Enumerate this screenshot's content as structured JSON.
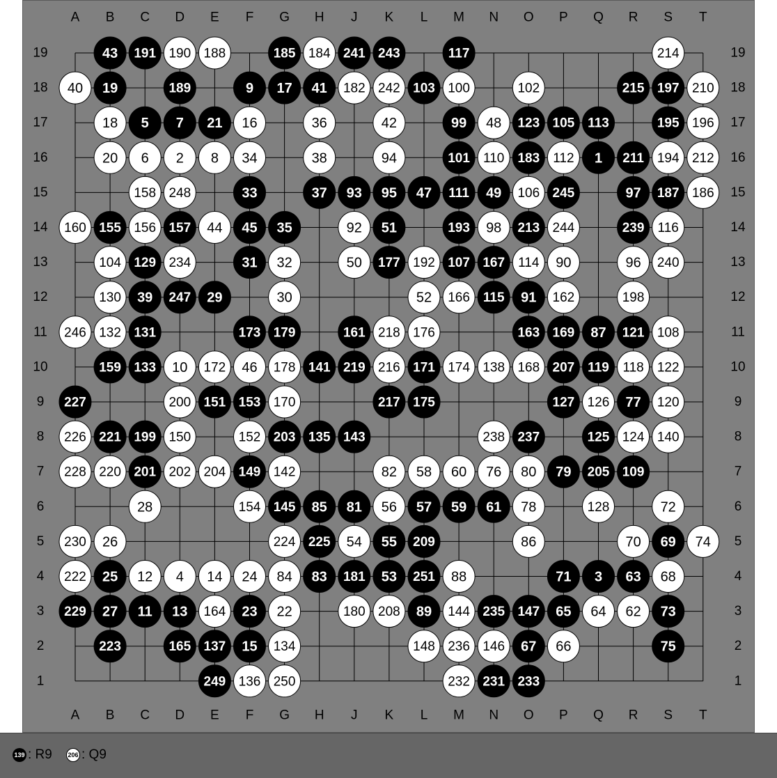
{
  "colors": {
    "board": "#808080",
    "footer": "#666666",
    "black_stone": "#000000",
    "white_stone": "#ffffff",
    "line": "#000000"
  },
  "columns": [
    "A",
    "B",
    "C",
    "D",
    "E",
    "F",
    "G",
    "H",
    "J",
    "K",
    "L",
    "M",
    "N",
    "O",
    "P",
    "Q",
    "R",
    "S",
    "T"
  ],
  "rows": [
    "19",
    "18",
    "17",
    "16",
    "15",
    "14",
    "13",
    "12",
    "11",
    "10",
    "9",
    "8",
    "7",
    "6",
    "5",
    "4",
    "3",
    "2",
    "1"
  ],
  "star_points": [
    "D16",
    "K16",
    "Q16",
    "D10",
    "K10",
    "Q10",
    "D4",
    "K4",
    "Q4"
  ],
  "stones": [
    {
      "pt": "B19",
      "c": "b",
      "n": "43"
    },
    {
      "pt": "C19",
      "c": "b",
      "n": "191"
    },
    {
      "pt": "D19",
      "c": "w",
      "n": "190"
    },
    {
      "pt": "E19",
      "c": "w",
      "n": "188"
    },
    {
      "pt": "G19",
      "c": "b",
      "n": "185"
    },
    {
      "pt": "H19",
      "c": "w",
      "n": "184"
    },
    {
      "pt": "J19",
      "c": "b",
      "n": "241"
    },
    {
      "pt": "K19",
      "c": "b",
      "n": "243"
    },
    {
      "pt": "M19",
      "c": "b",
      "n": "117"
    },
    {
      "pt": "S19",
      "c": "w",
      "n": "214"
    },
    {
      "pt": "A18",
      "c": "w",
      "n": "40"
    },
    {
      "pt": "B18",
      "c": "b",
      "n": "19"
    },
    {
      "pt": "D18",
      "c": "b",
      "n": "189"
    },
    {
      "pt": "F18",
      "c": "b",
      "n": "9"
    },
    {
      "pt": "G18",
      "c": "b",
      "n": "17"
    },
    {
      "pt": "H18",
      "c": "b",
      "n": "41"
    },
    {
      "pt": "J18",
      "c": "w",
      "n": "182"
    },
    {
      "pt": "K18",
      "c": "w",
      "n": "242"
    },
    {
      "pt": "L18",
      "c": "b",
      "n": "103"
    },
    {
      "pt": "M18",
      "c": "w",
      "n": "100"
    },
    {
      "pt": "O18",
      "c": "w",
      "n": "102"
    },
    {
      "pt": "R18",
      "c": "b",
      "n": "215"
    },
    {
      "pt": "S18",
      "c": "b",
      "n": "197"
    },
    {
      "pt": "T18",
      "c": "w",
      "n": "210"
    },
    {
      "pt": "B17",
      "c": "w",
      "n": "18"
    },
    {
      "pt": "C17",
      "c": "b",
      "n": "5"
    },
    {
      "pt": "D17",
      "c": "b",
      "n": "7"
    },
    {
      "pt": "E17",
      "c": "b",
      "n": "21"
    },
    {
      "pt": "F17",
      "c": "w",
      "n": "16"
    },
    {
      "pt": "H17",
      "c": "w",
      "n": "36"
    },
    {
      "pt": "K17",
      "c": "w",
      "n": "42"
    },
    {
      "pt": "M17",
      "c": "b",
      "n": "99"
    },
    {
      "pt": "N17",
      "c": "w",
      "n": "48"
    },
    {
      "pt": "O17",
      "c": "b",
      "n": "123"
    },
    {
      "pt": "P17",
      "c": "b",
      "n": "105"
    },
    {
      "pt": "Q17",
      "c": "b",
      "n": "113"
    },
    {
      "pt": "S17",
      "c": "b",
      "n": "195"
    },
    {
      "pt": "T17",
      "c": "w",
      "n": "196"
    },
    {
      "pt": "B16",
      "c": "w",
      "n": "20"
    },
    {
      "pt": "C16",
      "c": "w",
      "n": "6"
    },
    {
      "pt": "D16",
      "c": "w",
      "n": "2"
    },
    {
      "pt": "E16",
      "c": "w",
      "n": "8"
    },
    {
      "pt": "F16",
      "c": "w",
      "n": "34"
    },
    {
      "pt": "H16",
      "c": "w",
      "n": "38"
    },
    {
      "pt": "K16",
      "c": "w",
      "n": "94"
    },
    {
      "pt": "M16",
      "c": "b",
      "n": "101"
    },
    {
      "pt": "N16",
      "c": "w",
      "n": "110"
    },
    {
      "pt": "O16",
      "c": "b",
      "n": "183"
    },
    {
      "pt": "P16",
      "c": "w",
      "n": "112"
    },
    {
      "pt": "Q16",
      "c": "b",
      "n": "1"
    },
    {
      "pt": "R16",
      "c": "b",
      "n": "211"
    },
    {
      "pt": "S16",
      "c": "w",
      "n": "194"
    },
    {
      "pt": "T16",
      "c": "w",
      "n": "212"
    },
    {
      "pt": "C15",
      "c": "w",
      "n": "158"
    },
    {
      "pt": "D15",
      "c": "w",
      "n": "248"
    },
    {
      "pt": "F15",
      "c": "b",
      "n": "33"
    },
    {
      "pt": "H15",
      "c": "b",
      "n": "37"
    },
    {
      "pt": "J15",
      "c": "b",
      "n": "93"
    },
    {
      "pt": "K15",
      "c": "b",
      "n": "95"
    },
    {
      "pt": "L15",
      "c": "b",
      "n": "47"
    },
    {
      "pt": "M15",
      "c": "b",
      "n": "111"
    },
    {
      "pt": "N15",
      "c": "b",
      "n": "49"
    },
    {
      "pt": "O15",
      "c": "w",
      "n": "106"
    },
    {
      "pt": "P15",
      "c": "b",
      "n": "245"
    },
    {
      "pt": "R15",
      "c": "b",
      "n": "97"
    },
    {
      "pt": "S15",
      "c": "b",
      "n": "187"
    },
    {
      "pt": "T15",
      "c": "w",
      "n": "186"
    },
    {
      "pt": "A14",
      "c": "w",
      "n": "160"
    },
    {
      "pt": "B14",
      "c": "b",
      "n": "155"
    },
    {
      "pt": "C14",
      "c": "w",
      "n": "156"
    },
    {
      "pt": "D14",
      "c": "b",
      "n": "157"
    },
    {
      "pt": "E14",
      "c": "w",
      "n": "44"
    },
    {
      "pt": "F14",
      "c": "b",
      "n": "45"
    },
    {
      "pt": "G14",
      "c": "b",
      "n": "35"
    },
    {
      "pt": "J14",
      "c": "w",
      "n": "92"
    },
    {
      "pt": "K14",
      "c": "b",
      "n": "51"
    },
    {
      "pt": "M14",
      "c": "b",
      "n": "193"
    },
    {
      "pt": "N14",
      "c": "w",
      "n": "98"
    },
    {
      "pt": "O14",
      "c": "b",
      "n": "213"
    },
    {
      "pt": "P14",
      "c": "w",
      "n": "244"
    },
    {
      "pt": "R14",
      "c": "b",
      "n": "239"
    },
    {
      "pt": "S14",
      "c": "w",
      "n": "116"
    },
    {
      "pt": "B13",
      "c": "w",
      "n": "104"
    },
    {
      "pt": "C13",
      "c": "b",
      "n": "129"
    },
    {
      "pt": "D13",
      "c": "w",
      "n": "234"
    },
    {
      "pt": "F13",
      "c": "b",
      "n": "31"
    },
    {
      "pt": "G13",
      "c": "w",
      "n": "32"
    },
    {
      "pt": "J13",
      "c": "w",
      "n": "50"
    },
    {
      "pt": "K13",
      "c": "b",
      "n": "177"
    },
    {
      "pt": "L13",
      "c": "w",
      "n": "192"
    },
    {
      "pt": "M13",
      "c": "b",
      "n": "107"
    },
    {
      "pt": "N13",
      "c": "b",
      "n": "167"
    },
    {
      "pt": "O13",
      "c": "w",
      "n": "114"
    },
    {
      "pt": "P13",
      "c": "w",
      "n": "90"
    },
    {
      "pt": "R13",
      "c": "w",
      "n": "96"
    },
    {
      "pt": "S13",
      "c": "w",
      "n": "240"
    },
    {
      "pt": "B12",
      "c": "w",
      "n": "130"
    },
    {
      "pt": "C12",
      "c": "b",
      "n": "39"
    },
    {
      "pt": "D12",
      "c": "b",
      "n": "247"
    },
    {
      "pt": "E12",
      "c": "b",
      "n": "29"
    },
    {
      "pt": "G12",
      "c": "w",
      "n": "30"
    },
    {
      "pt": "L12",
      "c": "w",
      "n": "52"
    },
    {
      "pt": "M12",
      "c": "w",
      "n": "166"
    },
    {
      "pt": "N12",
      "c": "b",
      "n": "115"
    },
    {
      "pt": "O12",
      "c": "b",
      "n": "91"
    },
    {
      "pt": "P12",
      "c": "w",
      "n": "162"
    },
    {
      "pt": "R12",
      "c": "w",
      "n": "198"
    },
    {
      "pt": "A11",
      "c": "w",
      "n": "246"
    },
    {
      "pt": "B11",
      "c": "w",
      "n": "132"
    },
    {
      "pt": "C11",
      "c": "b",
      "n": "131"
    },
    {
      "pt": "F11",
      "c": "b",
      "n": "173"
    },
    {
      "pt": "G11",
      "c": "b",
      "n": "179"
    },
    {
      "pt": "J11",
      "c": "b",
      "n": "161"
    },
    {
      "pt": "K11",
      "c": "w",
      "n": "218"
    },
    {
      "pt": "L11",
      "c": "w",
      "n": "176"
    },
    {
      "pt": "O11",
      "c": "b",
      "n": "163"
    },
    {
      "pt": "P11",
      "c": "b",
      "n": "169"
    },
    {
      "pt": "Q11",
      "c": "b",
      "n": "87"
    },
    {
      "pt": "R11",
      "c": "b",
      "n": "121"
    },
    {
      "pt": "S11",
      "c": "w",
      "n": "108"
    },
    {
      "pt": "B10",
      "c": "b",
      "n": "159"
    },
    {
      "pt": "C10",
      "c": "b",
      "n": "133"
    },
    {
      "pt": "D10",
      "c": "w",
      "n": "10"
    },
    {
      "pt": "E10",
      "c": "w",
      "n": "172"
    },
    {
      "pt": "F10",
      "c": "w",
      "n": "46"
    },
    {
      "pt": "G10",
      "c": "w",
      "n": "178"
    },
    {
      "pt": "H10",
      "c": "b",
      "n": "141"
    },
    {
      "pt": "J10",
      "c": "b",
      "n": "219"
    },
    {
      "pt": "K10",
      "c": "w",
      "n": "216"
    },
    {
      "pt": "L10",
      "c": "b",
      "n": "171"
    },
    {
      "pt": "M10",
      "c": "w",
      "n": "174"
    },
    {
      "pt": "N10",
      "c": "w",
      "n": "138"
    },
    {
      "pt": "O10",
      "c": "w",
      "n": "168"
    },
    {
      "pt": "P10",
      "c": "b",
      "n": "207"
    },
    {
      "pt": "Q10",
      "c": "b",
      "n": "119"
    },
    {
      "pt": "R10",
      "c": "w",
      "n": "118"
    },
    {
      "pt": "S10",
      "c": "w",
      "n": "122"
    },
    {
      "pt": "A9",
      "c": "b",
      "n": "227"
    },
    {
      "pt": "D9",
      "c": "w",
      "n": "200"
    },
    {
      "pt": "E9",
      "c": "b",
      "n": "151"
    },
    {
      "pt": "F9",
      "c": "b",
      "n": "153"
    },
    {
      "pt": "G9",
      "c": "w",
      "n": "170"
    },
    {
      "pt": "K9",
      "c": "b",
      "n": "217"
    },
    {
      "pt": "L9",
      "c": "b",
      "n": "175"
    },
    {
      "pt": "P9",
      "c": "b",
      "n": "127"
    },
    {
      "pt": "Q9",
      "c": "w",
      "n": "126"
    },
    {
      "pt": "R9",
      "c": "b",
      "n": "77"
    },
    {
      "pt": "S9",
      "c": "w",
      "n": "120"
    },
    {
      "pt": "A8",
      "c": "w",
      "n": "226"
    },
    {
      "pt": "B8",
      "c": "b",
      "n": "221"
    },
    {
      "pt": "C8",
      "c": "b",
      "n": "199"
    },
    {
      "pt": "D8",
      "c": "w",
      "n": "150"
    },
    {
      "pt": "F8",
      "c": "w",
      "n": "152"
    },
    {
      "pt": "G8",
      "c": "b",
      "n": "203"
    },
    {
      "pt": "H8",
      "c": "b",
      "n": "135"
    },
    {
      "pt": "J8",
      "c": "b",
      "n": "143"
    },
    {
      "pt": "N8",
      "c": "w",
      "n": "238"
    },
    {
      "pt": "O8",
      "c": "b",
      "n": "237"
    },
    {
      "pt": "Q8",
      "c": "b",
      "n": "125"
    },
    {
      "pt": "R8",
      "c": "w",
      "n": "124"
    },
    {
      "pt": "S8",
      "c": "w",
      "n": "140"
    },
    {
      "pt": "A7",
      "c": "w",
      "n": "228"
    },
    {
      "pt": "B7",
      "c": "w",
      "n": "220"
    },
    {
      "pt": "C7",
      "c": "b",
      "n": "201"
    },
    {
      "pt": "D7",
      "c": "w",
      "n": "202"
    },
    {
      "pt": "E7",
      "c": "w",
      "n": "204"
    },
    {
      "pt": "F7",
      "c": "b",
      "n": "149"
    },
    {
      "pt": "G7",
      "c": "w",
      "n": "142"
    },
    {
      "pt": "K7",
      "c": "w",
      "n": "82"
    },
    {
      "pt": "L7",
      "c": "w",
      "n": "58"
    },
    {
      "pt": "M7",
      "c": "w",
      "n": "60"
    },
    {
      "pt": "N7",
      "c": "w",
      "n": "76"
    },
    {
      "pt": "O7",
      "c": "w",
      "n": "80"
    },
    {
      "pt": "P7",
      "c": "b",
      "n": "79"
    },
    {
      "pt": "Q7",
      "c": "b",
      "n": "205"
    },
    {
      "pt": "R7",
      "c": "b",
      "n": "109"
    },
    {
      "pt": "C6",
      "c": "w",
      "n": "28"
    },
    {
      "pt": "F6",
      "c": "w",
      "n": "154"
    },
    {
      "pt": "G6",
      "c": "b",
      "n": "145"
    },
    {
      "pt": "H6",
      "c": "b",
      "n": "85"
    },
    {
      "pt": "J6",
      "c": "b",
      "n": "81"
    },
    {
      "pt": "K6",
      "c": "w",
      "n": "56"
    },
    {
      "pt": "L6",
      "c": "b",
      "n": "57"
    },
    {
      "pt": "M6",
      "c": "b",
      "n": "59"
    },
    {
      "pt": "N6",
      "c": "b",
      "n": "61"
    },
    {
      "pt": "O6",
      "c": "w",
      "n": "78"
    },
    {
      "pt": "Q6",
      "c": "w",
      "n": "128"
    },
    {
      "pt": "S6",
      "c": "w",
      "n": "72"
    },
    {
      "pt": "A5",
      "c": "w",
      "n": "230"
    },
    {
      "pt": "B5",
      "c": "w",
      "n": "26"
    },
    {
      "pt": "G5",
      "c": "w",
      "n": "224"
    },
    {
      "pt": "H5",
      "c": "b",
      "n": "225"
    },
    {
      "pt": "J5",
      "c": "w",
      "n": "54"
    },
    {
      "pt": "K5",
      "c": "b",
      "n": "55"
    },
    {
      "pt": "L5",
      "c": "b",
      "n": "209"
    },
    {
      "pt": "O5",
      "c": "w",
      "n": "86"
    },
    {
      "pt": "R5",
      "c": "w",
      "n": "70"
    },
    {
      "pt": "S5",
      "c": "b",
      "n": "69"
    },
    {
      "pt": "T5",
      "c": "w",
      "n": "74"
    },
    {
      "pt": "A4",
      "c": "w",
      "n": "222"
    },
    {
      "pt": "B4",
      "c": "b",
      "n": "25"
    },
    {
      "pt": "C4",
      "c": "w",
      "n": "12"
    },
    {
      "pt": "D4",
      "c": "w",
      "n": "4"
    },
    {
      "pt": "E4",
      "c": "w",
      "n": "14"
    },
    {
      "pt": "F4",
      "c": "w",
      "n": "24"
    },
    {
      "pt": "G4",
      "c": "w",
      "n": "84"
    },
    {
      "pt": "H4",
      "c": "b",
      "n": "83"
    },
    {
      "pt": "J4",
      "c": "b",
      "n": "181"
    },
    {
      "pt": "K4",
      "c": "b",
      "n": "53"
    },
    {
      "pt": "L4",
      "c": "b",
      "n": "251"
    },
    {
      "pt": "M4",
      "c": "w",
      "n": "88"
    },
    {
      "pt": "P4",
      "c": "b",
      "n": "71"
    },
    {
      "pt": "Q4",
      "c": "b",
      "n": "3"
    },
    {
      "pt": "R4",
      "c": "b",
      "n": "63"
    },
    {
      "pt": "S4",
      "c": "w",
      "n": "68"
    },
    {
      "pt": "A3",
      "c": "b",
      "n": "229"
    },
    {
      "pt": "B3",
      "c": "b",
      "n": "27"
    },
    {
      "pt": "C3",
      "c": "b",
      "n": "11"
    },
    {
      "pt": "D3",
      "c": "b",
      "n": "13"
    },
    {
      "pt": "E3",
      "c": "w",
      "n": "164"
    },
    {
      "pt": "F3",
      "c": "b",
      "n": "23"
    },
    {
      "pt": "G3",
      "c": "w",
      "n": "22"
    },
    {
      "pt": "J3",
      "c": "w",
      "n": "180"
    },
    {
      "pt": "K3",
      "c": "w",
      "n": "208"
    },
    {
      "pt": "L3",
      "c": "b",
      "n": "89"
    },
    {
      "pt": "M3",
      "c": "w",
      "n": "144"
    },
    {
      "pt": "N3",
      "c": "b",
      "n": "235"
    },
    {
      "pt": "O3",
      "c": "b",
      "n": "147"
    },
    {
      "pt": "P3",
      "c": "b",
      "n": "65"
    },
    {
      "pt": "Q3",
      "c": "w",
      "n": "64"
    },
    {
      "pt": "R3",
      "c": "w",
      "n": "62"
    },
    {
      "pt": "S3",
      "c": "b",
      "n": "73"
    },
    {
      "pt": "B2",
      "c": "b",
      "n": "223"
    },
    {
      "pt": "D2",
      "c": "b",
      "n": "165"
    },
    {
      "pt": "E2",
      "c": "b",
      "n": "137"
    },
    {
      "pt": "F2",
      "c": "b",
      "n": "15"
    },
    {
      "pt": "G2",
      "c": "w",
      "n": "134"
    },
    {
      "pt": "L2",
      "c": "w",
      "n": "148"
    },
    {
      "pt": "M2",
      "c": "w",
      "n": "236"
    },
    {
      "pt": "N2",
      "c": "w",
      "n": "146"
    },
    {
      "pt": "O2",
      "c": "b",
      "n": "67"
    },
    {
      "pt": "P2",
      "c": "w",
      "n": "66"
    },
    {
      "pt": "S2",
      "c": "b",
      "n": "75"
    },
    {
      "pt": "E1",
      "c": "b",
      "n": "249"
    },
    {
      "pt": "F1",
      "c": "w",
      "n": "136"
    },
    {
      "pt": "G1",
      "c": "w",
      "n": "250"
    },
    {
      "pt": "M1",
      "c": "w",
      "n": "232"
    },
    {
      "pt": "N1",
      "c": "b",
      "n": "231"
    },
    {
      "pt": "O1",
      "c": "b",
      "n": "233"
    }
  ],
  "footer": {
    "notes": [
      {
        "stone_color": "b",
        "move": "139",
        "text": ": R9"
      },
      {
        "stone_color": "w",
        "move": "206",
        "text": ": Q9"
      }
    ]
  }
}
